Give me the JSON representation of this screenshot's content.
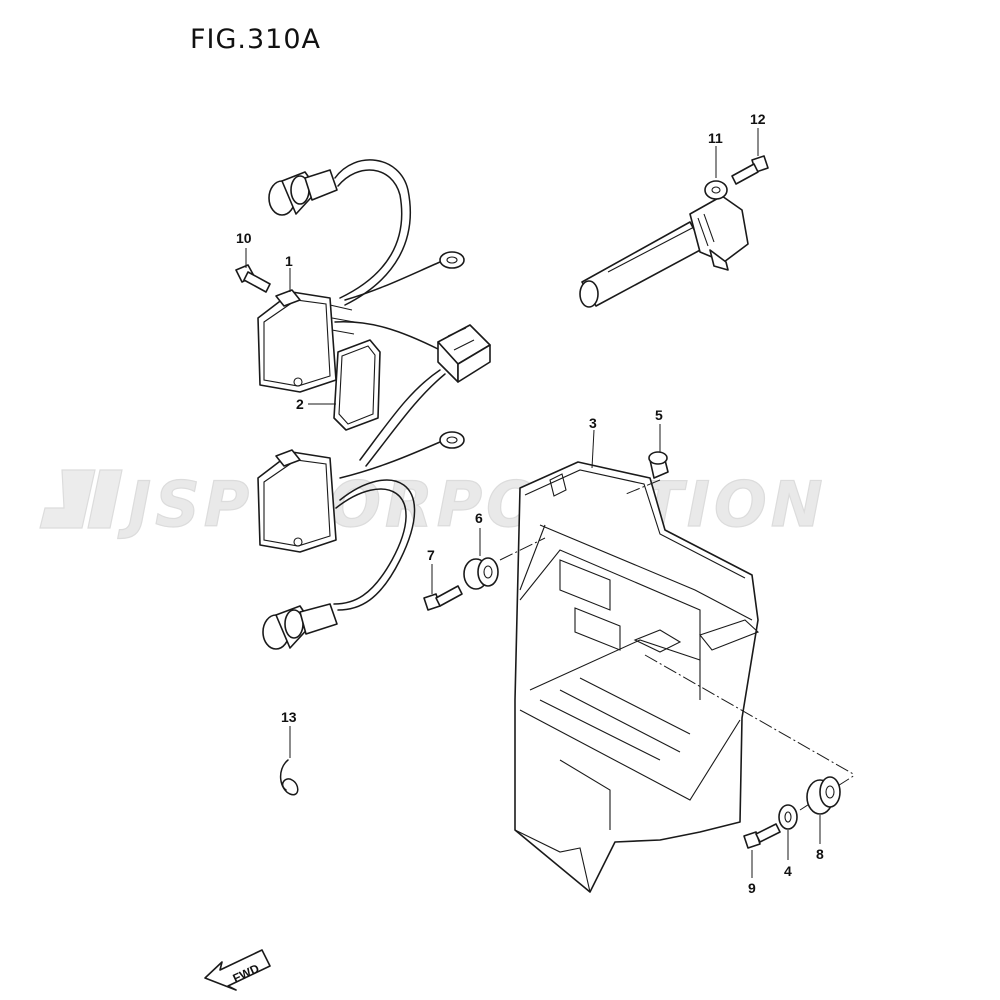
{
  "figure": {
    "title": "FIG.310A"
  },
  "watermark": {
    "text": "JSP CORPORATION"
  },
  "fwd_arrow": {
    "label": "FWD"
  },
  "callouts": [
    {
      "id": "c1",
      "label": "1"
    },
    {
      "id": "c2",
      "label": "2"
    },
    {
      "id": "c3",
      "label": "3"
    },
    {
      "id": "c4",
      "label": "4"
    },
    {
      "id": "c5",
      "label": "5"
    },
    {
      "id": "c6",
      "label": "6"
    },
    {
      "id": "c7",
      "label": "7"
    },
    {
      "id": "c8",
      "label": "8"
    },
    {
      "id": "c9",
      "label": "9"
    },
    {
      "id": "c10",
      "label": "10"
    },
    {
      "id": "c11",
      "label": "11"
    },
    {
      "id": "c12",
      "label": "12"
    },
    {
      "id": "c13",
      "label": "13"
    }
  ]
}
